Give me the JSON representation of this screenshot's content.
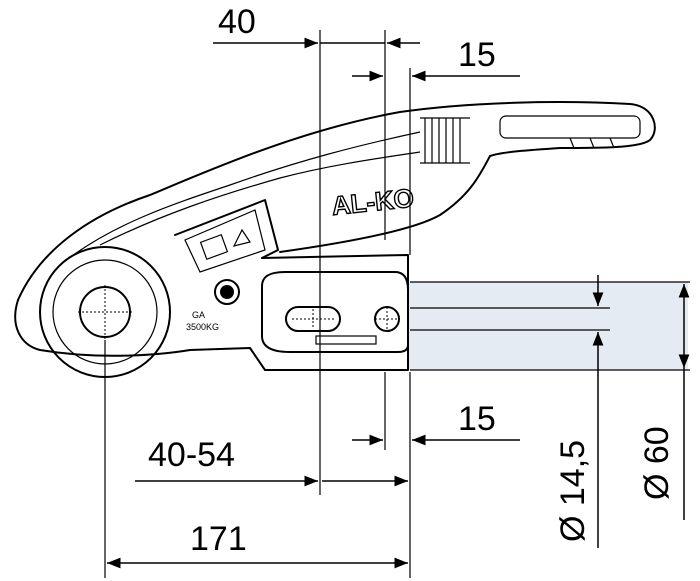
{
  "diagram": {
    "brand": "AL-KO",
    "plate_label_line1": "GA",
    "plate_label_line2": "3500KG",
    "dimensions": {
      "top_width": "40",
      "top_offset": "15",
      "bottom_offset": "15",
      "bottom_range": "40-54",
      "overall_length": "171",
      "hole_diameter": "Ø 14,5",
      "tube_diameter": "Ø 60"
    }
  }
}
